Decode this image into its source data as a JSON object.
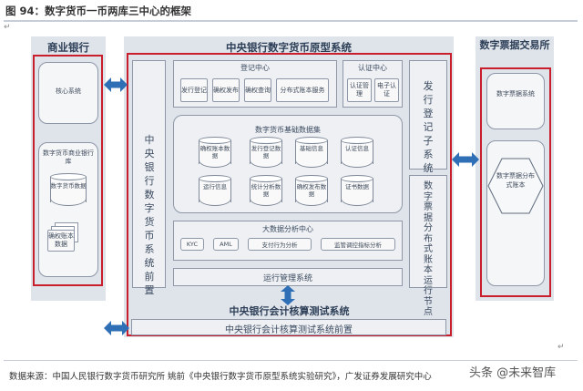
{
  "title": "图 94：数字货币一币两库三中心的框架",
  "commercial_bank": {
    "header": "商业银行",
    "core_system": "核心系统",
    "treasury": "数字货币商业银行库",
    "data_cyl": "数字货币数据",
    "ledger": "确权账本数据"
  },
  "central": {
    "header": "中央银行数字货币原型系统",
    "front_system": "中央银行数字货币系统前置",
    "registry": {
      "header": "登记中心",
      "items": [
        "发行登记",
        "确权发布",
        "确权查询",
        "分布式账本服务"
      ]
    },
    "auth": {
      "header": "认证中心",
      "items": [
        "认证管理",
        "电子认证"
      ]
    },
    "registry_dist_node": "发行登记子系统分节点",
    "base_data": {
      "header": "数字货币基础数据集",
      "cylinders": [
        "确权账本数据",
        "发行登记数据",
        "基础信息",
        "认证信息",
        "运行信息",
        "统计分析数据",
        "确权发布数据",
        "证书数据"
      ]
    },
    "ledger_dist_node": "数字票据分布式账本运行节点",
    "big_data": {
      "header": "大数据分析中心",
      "items": [
        "KYC",
        "AML",
        "支付行为分析",
        "监管调控指标分析"
      ]
    },
    "ops": "运行管理系统",
    "accounting": "中央银行会计核算测试系统",
    "accounting_front": "中央银行会计核算测试系统前置"
  },
  "exchange": {
    "header": "数字票据交易所",
    "ticket_system": "数字票据系统",
    "dist_ledger": "数字票据分布式账本"
  },
  "footer": "数据来源：中国人民银行数字货币研究所 姚前《中央银行数字货币原型系统实验研究》，广发证券发展研究中心",
  "watermark": "头条 @未来智库",
  "colors": {
    "red_frame": "#c91f2c",
    "arrow": "#2e6fb5",
    "panel": "#dfe3ea"
  }
}
